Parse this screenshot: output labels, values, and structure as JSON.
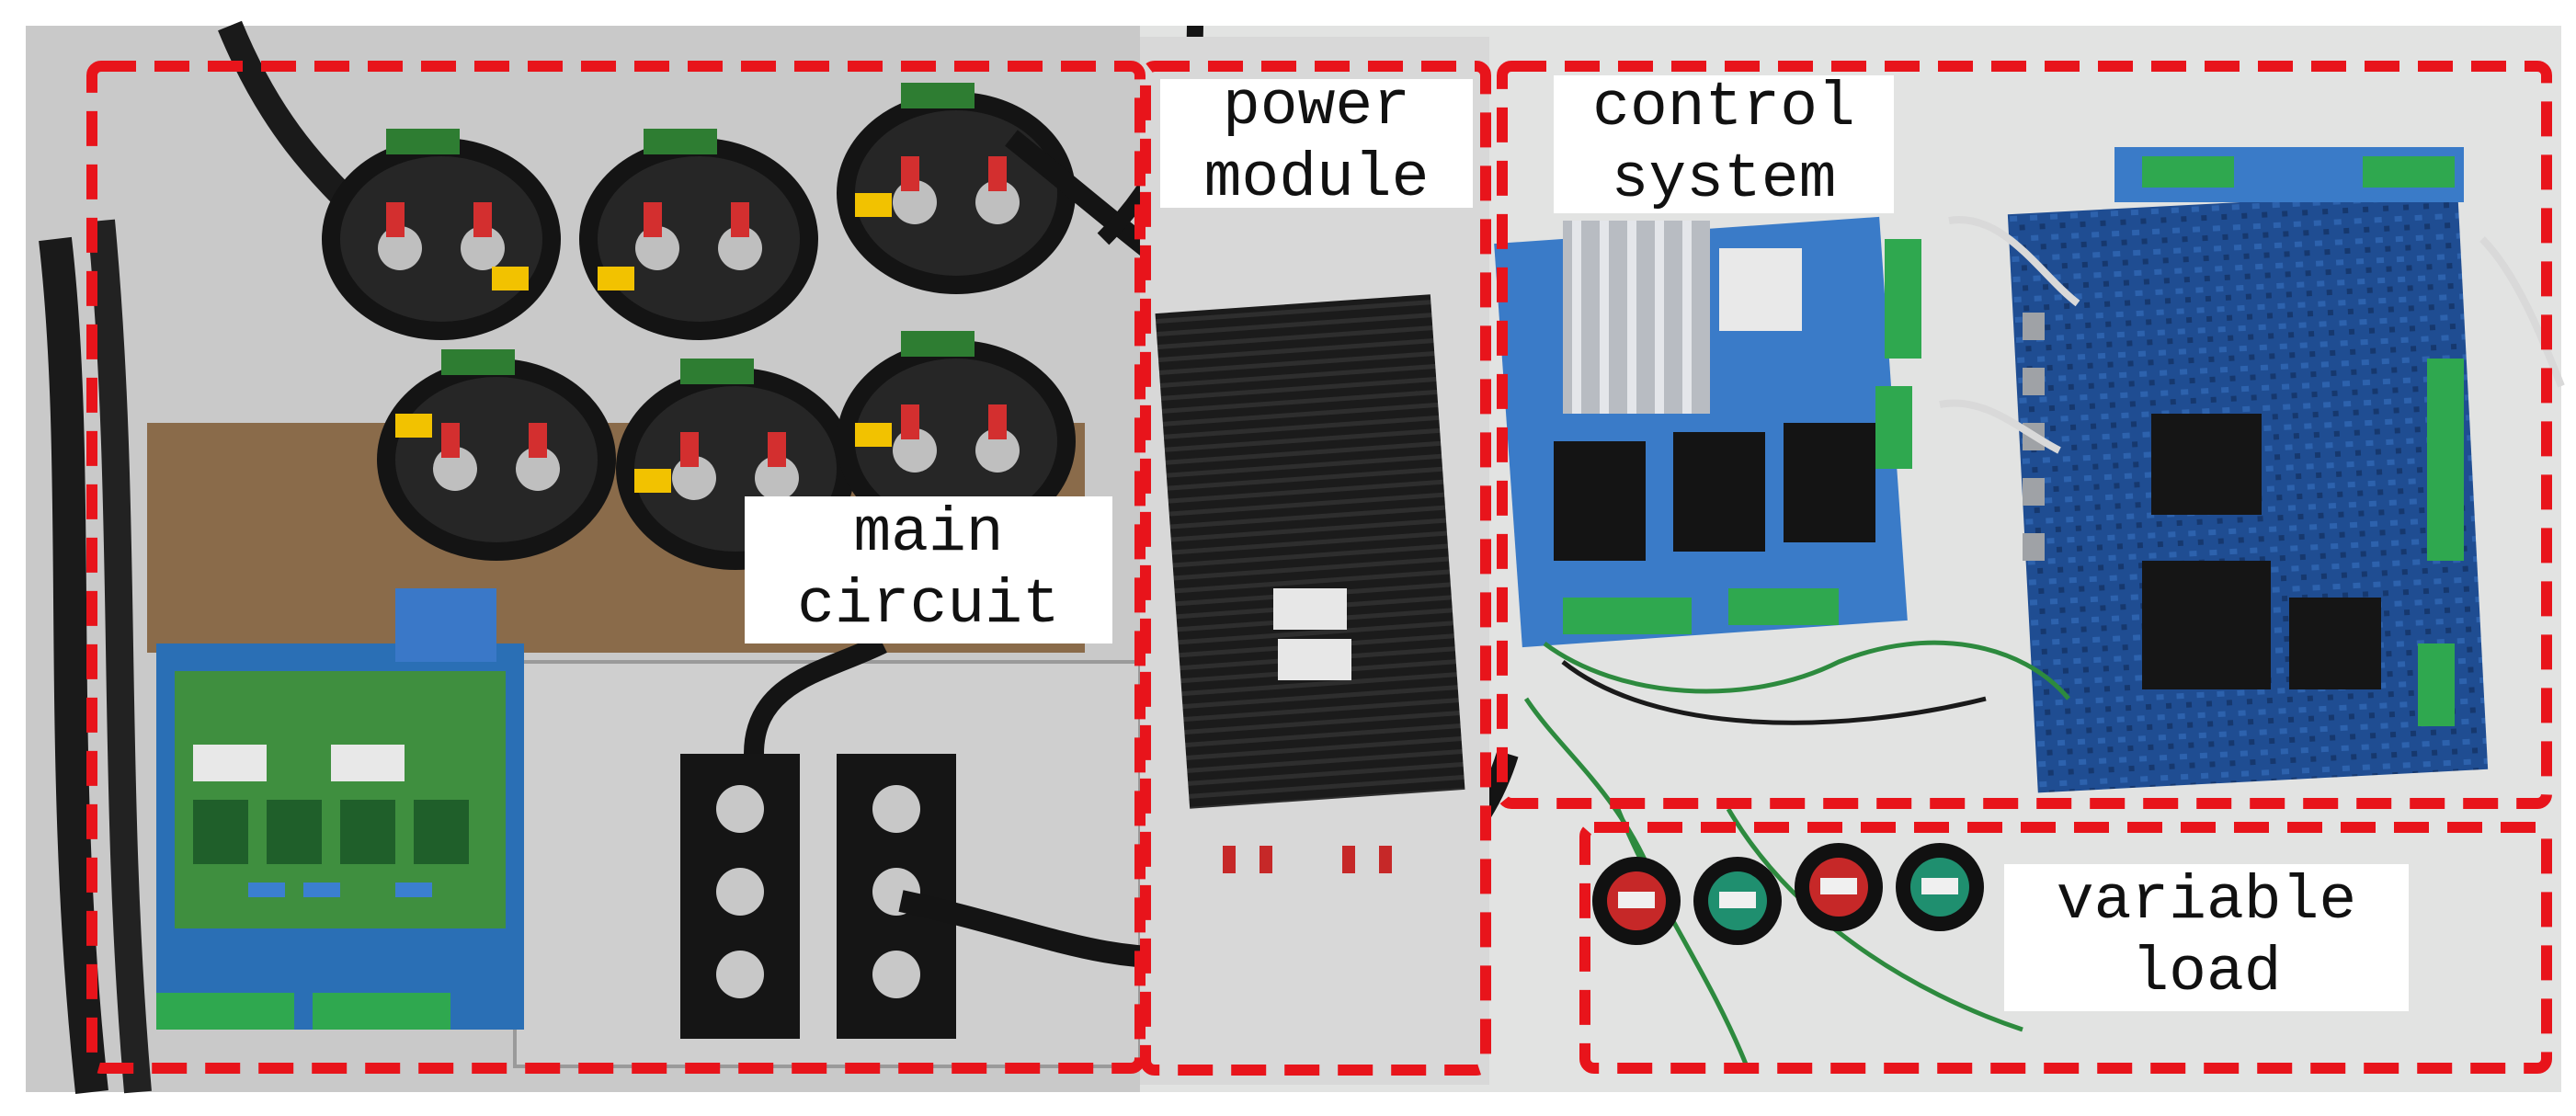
{
  "colors": {
    "frame": "#e8141b",
    "background": "#ffffff"
  },
  "labels": {
    "power_module": [
      "power",
      "module"
    ],
    "control_system": [
      "control",
      "system"
    ],
    "main_circuit": [
      "main",
      "circuit"
    ],
    "variable_load": [
      "variable",
      "load"
    ]
  }
}
